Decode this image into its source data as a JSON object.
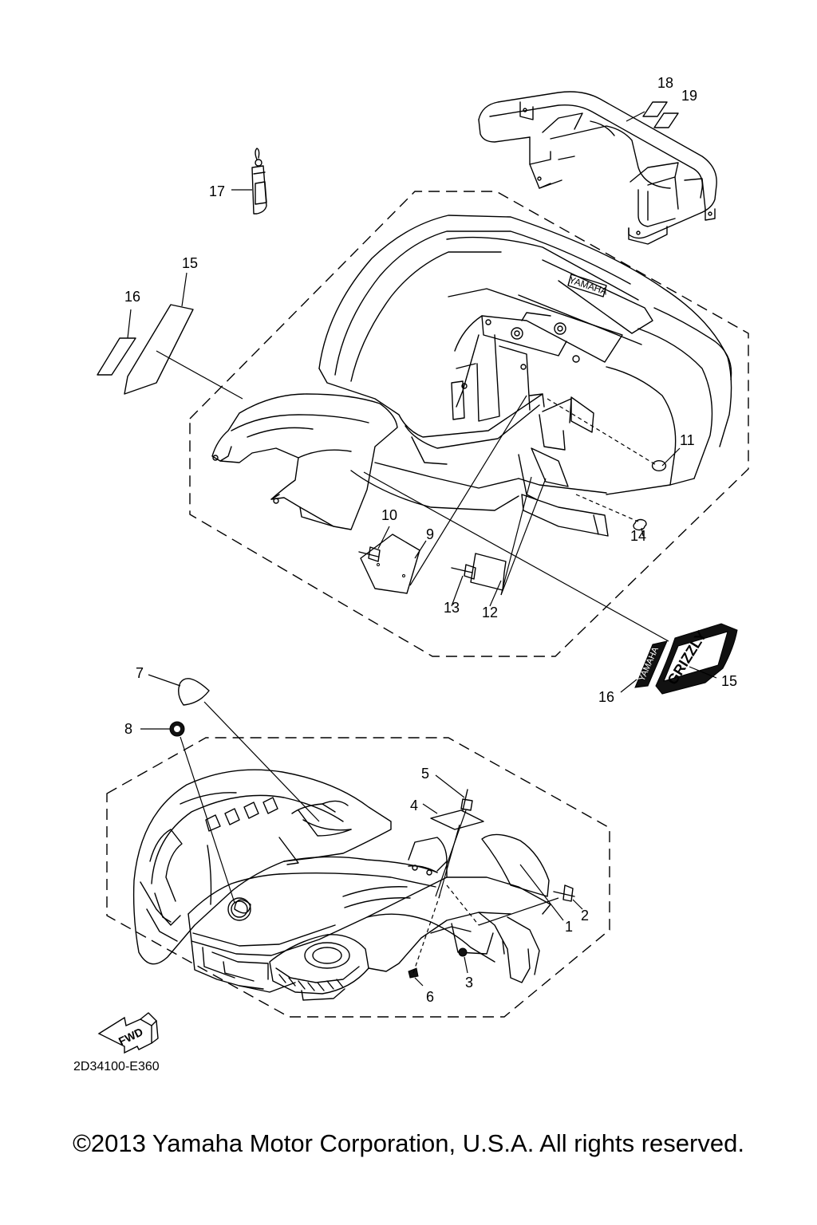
{
  "diagram_code": "2D34100-E360",
  "copyright": "©2013 Yamaha Motor Corporation, U.S.A. All rights reserved.",
  "fwd_label": "FWD",
  "decal_brand": "YAMAHA",
  "decal_model": "GRIZZLY",
  "callouts": [
    "1",
    "2",
    "3",
    "4",
    "5",
    "6",
    "7",
    "8",
    "9",
    "10",
    "11",
    "12",
    "13",
    "14",
    "15",
    "15",
    "16",
    "16",
    "17",
    "18",
    "19"
  ]
}
